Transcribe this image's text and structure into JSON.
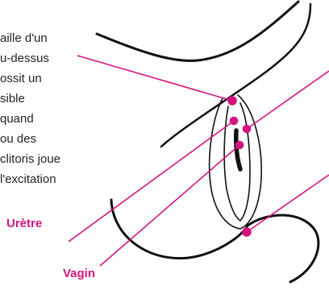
{
  "diagram": {
    "description_lines": [
      "aille d'un",
      "u-dessus",
      "ossit un",
      "sible",
      "quand",
      "ou des",
      "clitoris joue",
      "l'excitation"
    ],
    "labels": {
      "uretre": "Urètre",
      "vagin": "Vagin"
    },
    "colors": {
      "accent": "#d4147e",
      "outline": "#111111",
      "text": "#222222"
    }
  }
}
